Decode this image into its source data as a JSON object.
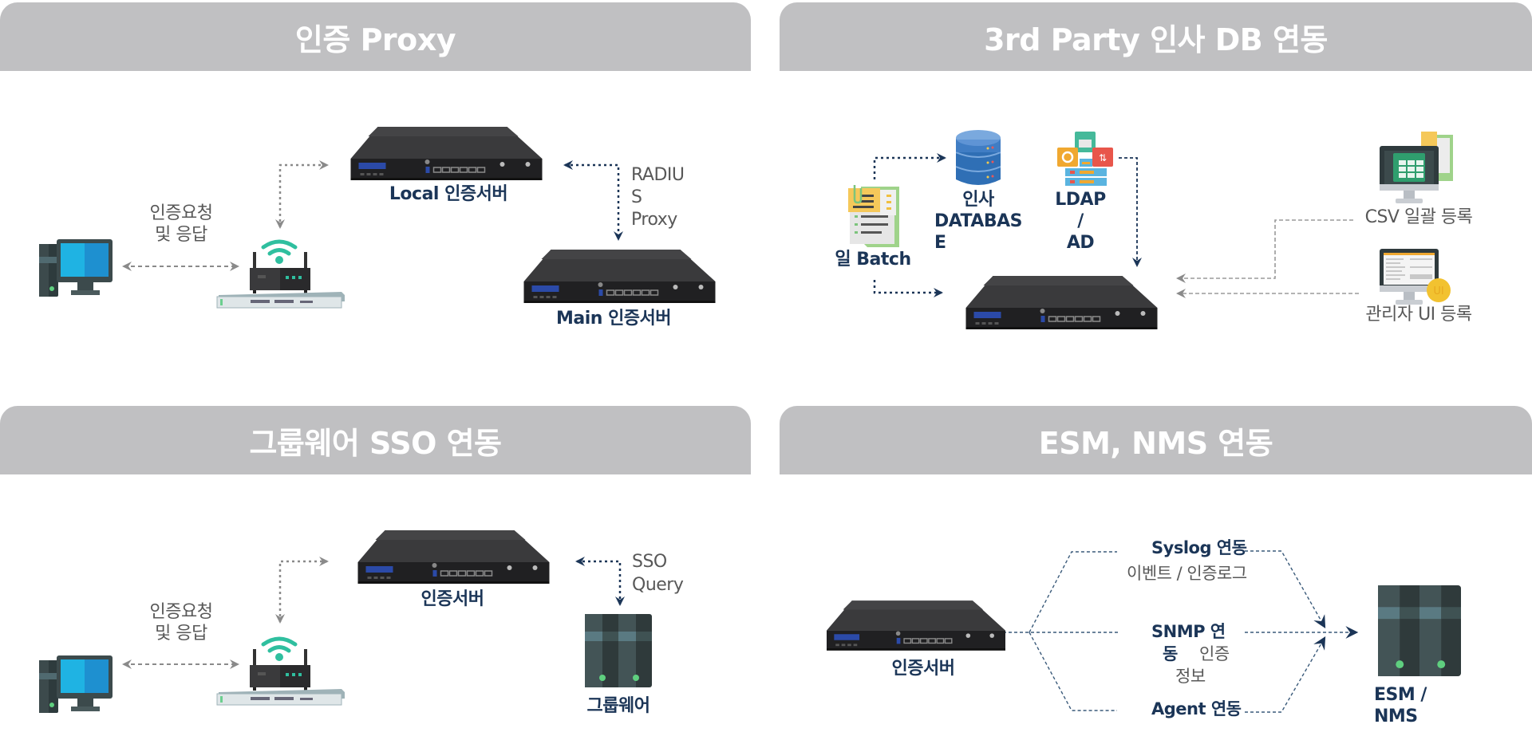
{
  "panels": [
    {
      "title": "인증 Proxy",
      "labels": {
        "client_request": [
          "인증요청",
          "및 응답"
        ],
        "local_server": "Local  인증서버",
        "main_server": "Main 인증서버",
        "protocol": [
          "RADIU",
          "S",
          "Proxy"
        ]
      },
      "icons": [
        "desktop-pc-icon",
        "wifi-router-icon",
        "network-switch-icon",
        "server-appliance-icon",
        "server-appliance-icon"
      ]
    },
    {
      "title": "3rd Party 인사 DB 연동",
      "labels": {
        "batch": "일 Batch",
        "database": [
          "인사",
          "DATABAS",
          "E"
        ],
        "ldap": [
          "LDAP",
          "/",
          "AD"
        ],
        "csv": "CSV 일괄 등록",
        "admin_ui": "관리자 UI 등록",
        "ui_badge": "UI"
      },
      "icons": [
        "document-icon",
        "database-icon",
        "ldap-directory-icon",
        "spreadsheet-monitor-icon",
        "admin-ui-monitor-icon",
        "server-appliance-icon"
      ]
    },
    {
      "title": "그룹웨어 SSO 연동",
      "labels": {
        "client_request": [
          "인증요청",
          "및 응답"
        ],
        "auth_server": "인증서버",
        "protocol": [
          "SSO",
          "Query"
        ],
        "groupware": "그룹웨어"
      },
      "icons": [
        "desktop-pc-icon",
        "wifi-router-icon",
        "network-switch-icon",
        "server-appliance-icon",
        "server-tower-icon"
      ]
    },
    {
      "title": "ESM, NMS 연동",
      "labels": {
        "auth_server": "인증서버",
        "syslog": "Syslog 연동",
        "syslog_desc": "이벤트 / 인증로그",
        "snmp": [
          "SNMP 연",
          "동"
        ],
        "snmp_desc": [
          "인증",
          "정보"
        ],
        "agent": "Agent 연동",
        "esm": [
          "ESM /",
          "NMS"
        ]
      },
      "icons": [
        "server-appliance-icon",
        "server-tower-icon"
      ]
    }
  ],
  "colors": {
    "header_bg": "#c0c0c2",
    "navy_text": "#1b3557",
    "gray_text": "#585858",
    "gray_arrow": "#8a8a8a",
    "navy_arrow": "#1b3557"
  }
}
